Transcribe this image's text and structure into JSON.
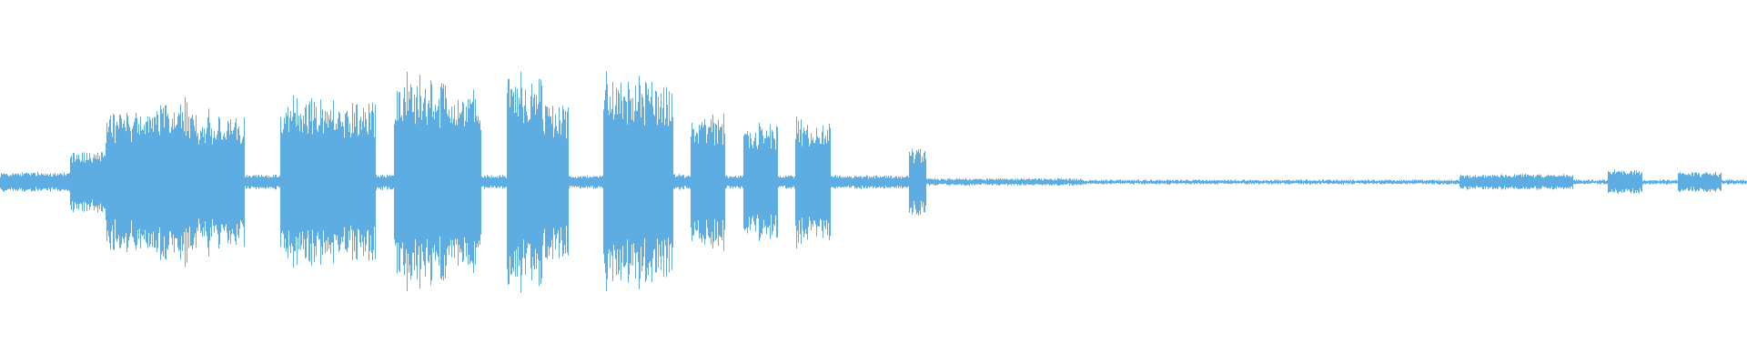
{
  "waveform": {
    "color": "#5dade2",
    "background": "#ffffff",
    "kind": "audio-waveform",
    "segments": [
      {
        "start": 0.0,
        "end": 0.04,
        "amp": 0.08
      },
      {
        "start": 0.04,
        "end": 0.06,
        "amp": 0.28
      },
      {
        "start": 0.06,
        "end": 0.09,
        "amp": 0.62
      },
      {
        "start": 0.09,
        "end": 0.11,
        "amp": 0.72
      },
      {
        "start": 0.11,
        "end": 0.14,
        "amp": 0.6
      },
      {
        "start": 0.14,
        "end": 0.16,
        "amp": 0.06
      },
      {
        "start": 0.16,
        "end": 0.19,
        "amp": 0.78
      },
      {
        "start": 0.19,
        "end": 0.215,
        "amp": 0.72
      },
      {
        "start": 0.215,
        "end": 0.225,
        "amp": 0.06
      },
      {
        "start": 0.225,
        "end": 0.255,
        "amp": 0.9
      },
      {
        "start": 0.255,
        "end": 0.275,
        "amp": 0.8
      },
      {
        "start": 0.275,
        "end": 0.29,
        "amp": 0.05
      },
      {
        "start": 0.29,
        "end": 0.31,
        "amp": 0.95
      },
      {
        "start": 0.31,
        "end": 0.325,
        "amp": 0.7
      },
      {
        "start": 0.325,
        "end": 0.345,
        "amp": 0.05
      },
      {
        "start": 0.345,
        "end": 0.385,
        "amp": 0.92
      },
      {
        "start": 0.385,
        "end": 0.395,
        "amp": 0.06
      },
      {
        "start": 0.395,
        "end": 0.415,
        "amp": 0.58
      },
      {
        "start": 0.415,
        "end": 0.425,
        "amp": 0.05
      },
      {
        "start": 0.425,
        "end": 0.445,
        "amp": 0.52
      },
      {
        "start": 0.445,
        "end": 0.455,
        "amp": 0.05
      },
      {
        "start": 0.455,
        "end": 0.475,
        "amp": 0.55
      },
      {
        "start": 0.475,
        "end": 0.52,
        "amp": 0.05
      },
      {
        "start": 0.52,
        "end": 0.53,
        "amp": 0.3
      },
      {
        "start": 0.53,
        "end": 0.62,
        "amp": 0.02
      },
      {
        "start": 0.62,
        "end": 0.73,
        "amp": 0.008
      },
      {
        "start": 0.73,
        "end": 0.835,
        "amp": 0.004
      },
      {
        "start": 0.835,
        "end": 0.9,
        "amp": 0.06
      },
      {
        "start": 0.9,
        "end": 0.92,
        "amp": 0.004
      },
      {
        "start": 0.92,
        "end": 0.94,
        "amp": 0.1
      },
      {
        "start": 0.94,
        "end": 0.96,
        "amp": 0.004
      },
      {
        "start": 0.96,
        "end": 0.985,
        "amp": 0.08
      },
      {
        "start": 0.985,
        "end": 1.0,
        "amp": 0.004
      }
    ]
  }
}
